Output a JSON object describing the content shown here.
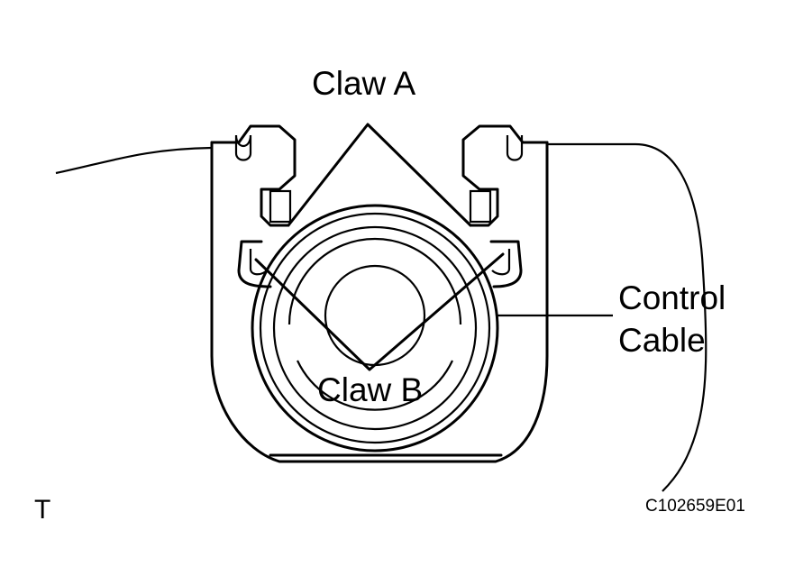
{
  "labels": {
    "claw_a": "Claw A",
    "claw_b": "Claw B",
    "control_cable_line1": "Control",
    "control_cable_line2": "Cable",
    "corner_mark": "T",
    "figure_id": "C102659E01"
  }
}
